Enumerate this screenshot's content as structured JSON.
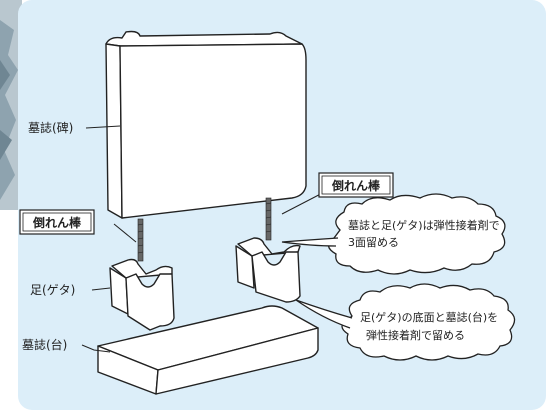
{
  "labels": {
    "tablet": "墓誌(碑)",
    "rod_left": "倒れん棒",
    "rod_right": "倒れん棒",
    "foot": "足(ゲタ)",
    "base": "墓誌(台)"
  },
  "callouts": {
    "upper": {
      "line1": "墓誌と足(ゲタ)は弾性接着剤で",
      "line2": "3面留める"
    },
    "lower": {
      "line1": "足(ゲタ)の底面と墓誌(台)を",
      "line2": "弾性接着剤で留める"
    }
  },
  "colors": {
    "panel": "#dceef9",
    "outline": "#222222",
    "rock": "#9bb0bd",
    "fill": "#ffffff"
  }
}
